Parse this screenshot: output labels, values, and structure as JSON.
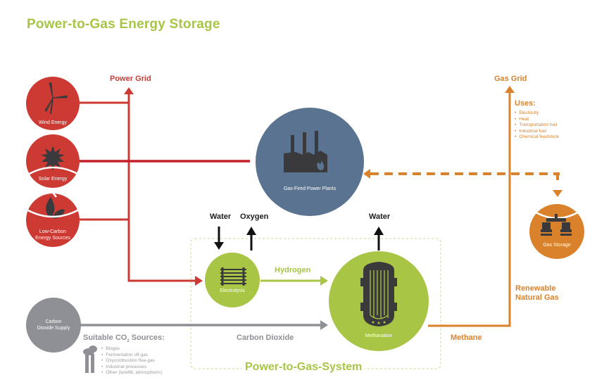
{
  "title": "Power-to-Gas Energy Storage",
  "colors": {
    "red": "#cc3a33",
    "dark_red": "#c41e28",
    "orange": "#d9822b",
    "green": "#a8c545",
    "slate": "#5a7390",
    "gray": "#8e9095",
    "icon_dark": "#3a3a3c"
  },
  "labels": {
    "power_grid": "Power Grid",
    "gas_grid": "Gas Grid",
    "water_in": "Water",
    "oxygen_out": "Oxygen",
    "water_out": "Water",
    "hydrogen": "Hydrogen",
    "carbon_dioxide": "Carbon Dioxide",
    "methane": "Methane",
    "renewable_natural_gas_1": "Renewable",
    "renewable_natural_gas_2": "Natural Gas",
    "system_title": "Power-to-Gas-System"
  },
  "nodes": {
    "wind": {
      "label": "Wind Energy",
      "icon": "wind-turbine-icon"
    },
    "solar": {
      "label": "Solar Energy",
      "icon": "sun-icon"
    },
    "low_carbon_1": "Low-Carbon",
    "low_carbon_2": "Energy Sources",
    "gas_plants": {
      "label": "Gas-Fired Power Plants",
      "icon": "factory-flame-icon"
    },
    "electrolysis": {
      "label": "Electrolysis",
      "icon": "electrolyzer-icon"
    },
    "methanation": {
      "label": "Methanation",
      "icon": "reactor-icon"
    },
    "gas_storage": {
      "label": "Gas Storage",
      "icon": "storage-tanks-icon"
    },
    "co2_supply_1": "Carbon",
    "co2_supply_2": "Dioxide Supply"
  },
  "uses": {
    "title": "Uses:",
    "items": [
      "Electricity",
      "Heat",
      "Transportation fuel",
      "Industrial fuel",
      "Chemical feedstock"
    ]
  },
  "co2_sources": {
    "title_prefix": "Suitable CO",
    "title_sub": "2",
    "title_suffix": " Sources:",
    "items": [
      "Biogas",
      "Fermentation off-gas",
      "Oxycombustion flue-gas",
      "Industrial processes",
      "Other (landfill, atmospheric)"
    ]
  }
}
